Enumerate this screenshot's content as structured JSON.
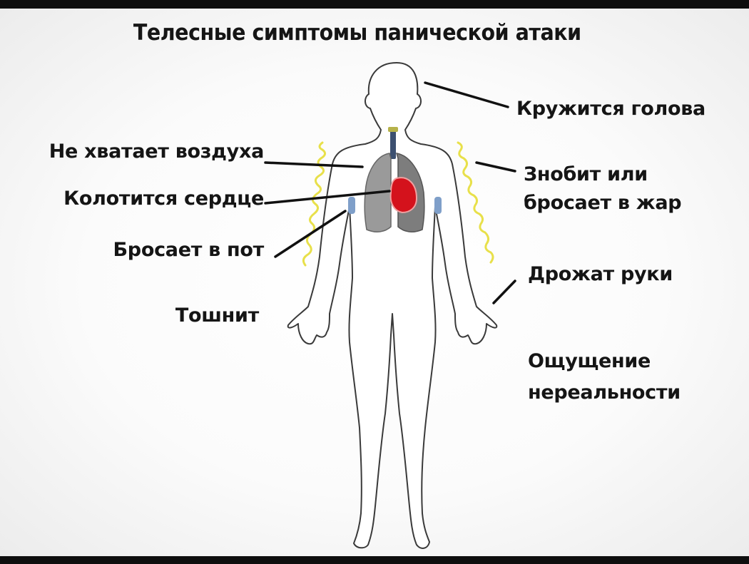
{
  "title": "Телесные симптомы панической атаки",
  "labels": {
    "left": [
      {
        "id": "short-of-breath",
        "text": "Не хватает воздуха"
      },
      {
        "id": "heart-pounding",
        "text": "Колотится сердце"
      },
      {
        "id": "sweating",
        "text": "Бросает в пот"
      },
      {
        "id": "nausea",
        "text": "Тошнит"
      }
    ],
    "right": [
      {
        "id": "dizziness",
        "text": "Кружится голова"
      },
      {
        "id": "chills-line1",
        "text": "Знобит или"
      },
      {
        "id": "chills-line2",
        "text": "бросает в жар"
      },
      {
        "id": "trembling-hands",
        "text": "Дрожат руки"
      },
      {
        "id": "derealization-line1",
        "text": "Ощущение"
      },
      {
        "id": "derealization-line2",
        "text": "нереальности"
      }
    ]
  },
  "colors": {
    "outline": "#3a3a3a",
    "leader": "#111111",
    "heat_wave": "#e8e04a",
    "lungs": "#8f8f8f",
    "heart": "#d4121c",
    "sweat_gland": "#7f9fc9",
    "trachea": "#3c5070"
  }
}
